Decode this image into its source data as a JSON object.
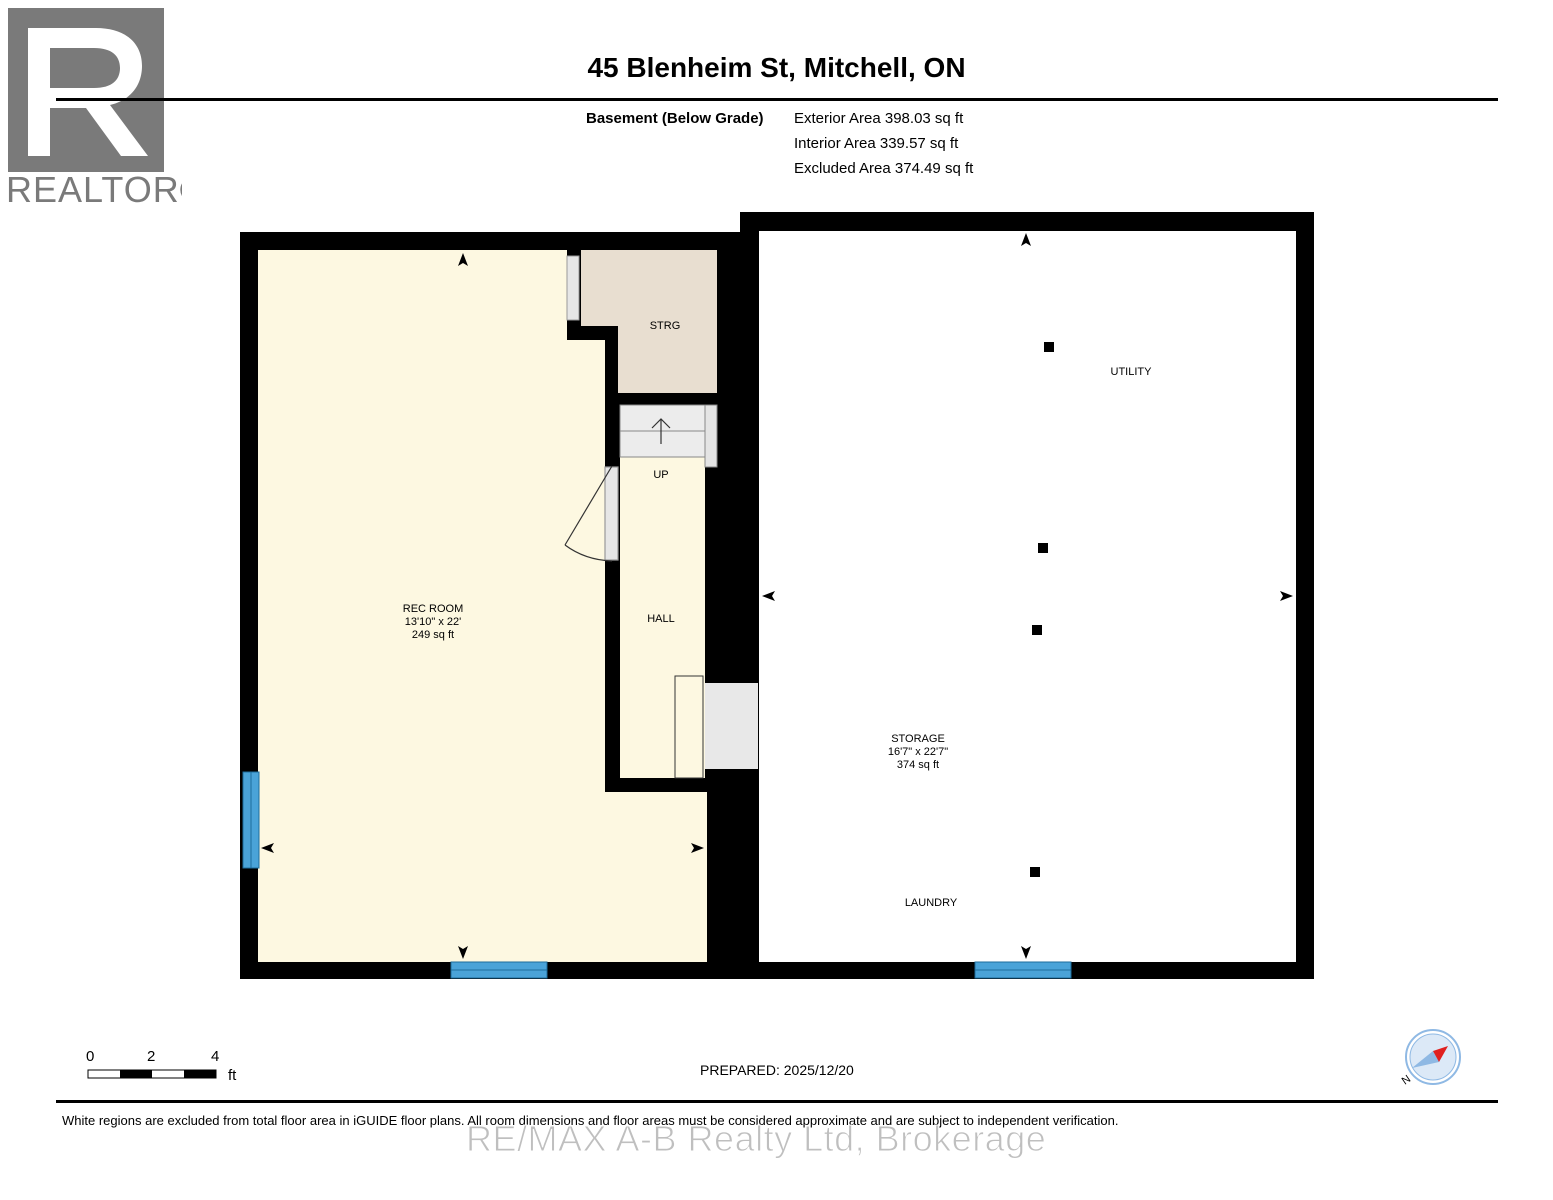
{
  "header": {
    "title": "45 Blenheim St, Mitchell, ON",
    "level": "Basement (Below Grade)",
    "areas": [
      "Exterior Area 398.03 sq ft",
      "Interior Area 339.57 sq ft",
      "Excluded Area 374.49 sq ft"
    ]
  },
  "logo": {
    "text": "REALTOR®",
    "color": "#7a7a7a"
  },
  "rooms": {
    "rec_room": {
      "name": "REC ROOM",
      "dims": "13'10\" x 22'",
      "area": "249 sq ft"
    },
    "strg": {
      "name": "STRG"
    },
    "hall": {
      "name": "HALL"
    },
    "stairs": {
      "label": "UP"
    },
    "utility": {
      "name": "UTILITY"
    },
    "storage": {
      "name": "STORAGE",
      "dims": "16'7\" x 22'7\"",
      "area": "374 sq ft"
    },
    "laundry": {
      "name": "LAUNDRY"
    }
  },
  "scale_bar": {
    "ticks": [
      "0",
      "2",
      "4"
    ],
    "unit": "ft"
  },
  "footer": {
    "prepared": "PREPARED: 2025/12/20",
    "disclaimer": "White regions are excluded from total floor area in iGUIDE floor plans. All room dimensions and floor areas must be considered approximate and are subject to independent verification.",
    "brokerage": "RE/MAX A-B Realty Ltd, Brokerage"
  },
  "compass": {
    "label": "N"
  },
  "colors": {
    "wall": "#000000",
    "rec_room_fill": "#fdf8e1",
    "storage_room_fill": "#e8ded0",
    "window": "#4aa3d8",
    "fixture_gray": "#e8e8e8",
    "compass_red": "#e0201f",
    "compass_blue": "#8fb9e4"
  }
}
